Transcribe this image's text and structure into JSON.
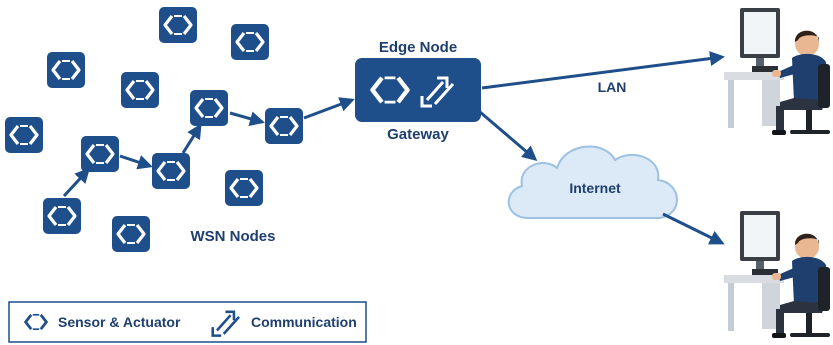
{
  "colors": {
    "tile": "#1f4f8a",
    "arrow": "#1f4f8a",
    "label": "#1f3f6e",
    "cloud_fill": "#dbeaf6",
    "cloud_stroke": "#9cc1e3",
    "legend_border": "#1f4f8a"
  },
  "labels": {
    "edge_node": "Edge Node",
    "gateway": "Gateway",
    "lan": "LAN",
    "internet": "Internet",
    "wsn_nodes": "WSN Nodes"
  },
  "legend": {
    "sensor_actuator": "Sensor & Actuator",
    "communication": "Communication"
  },
  "icons": {
    "sensor": "sensor-actuator-icon",
    "communication": "communication-icon",
    "computer_user": "computer-user-icon"
  }
}
